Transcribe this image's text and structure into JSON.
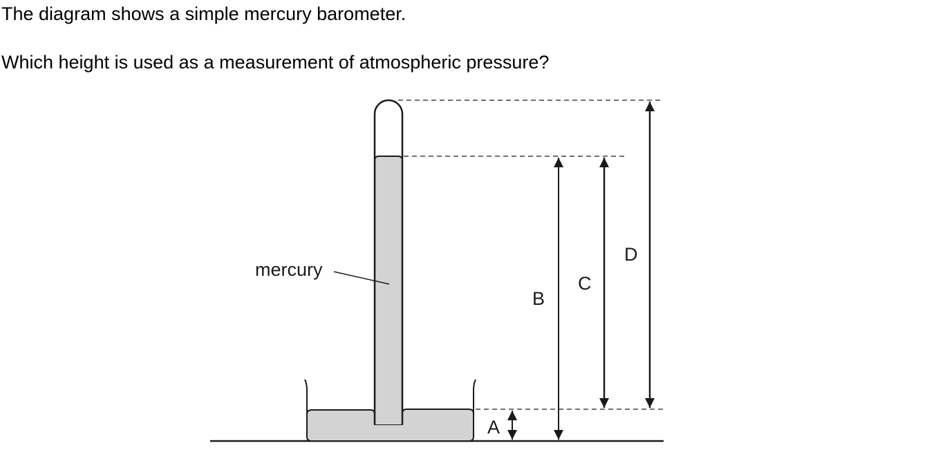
{
  "question": {
    "intro": "The diagram shows a simple mercury barometer.",
    "prompt": "Which height is used as a measurement of atmospheric pressure?"
  },
  "diagram": {
    "mercury_label": "mercury",
    "height_labels": {
      "a": "A",
      "b": "B",
      "c": "C",
      "d": "D"
    },
    "colors": {
      "mercury_fill": "#d3d3d3",
      "outline": "#1a1a1a"
    }
  }
}
